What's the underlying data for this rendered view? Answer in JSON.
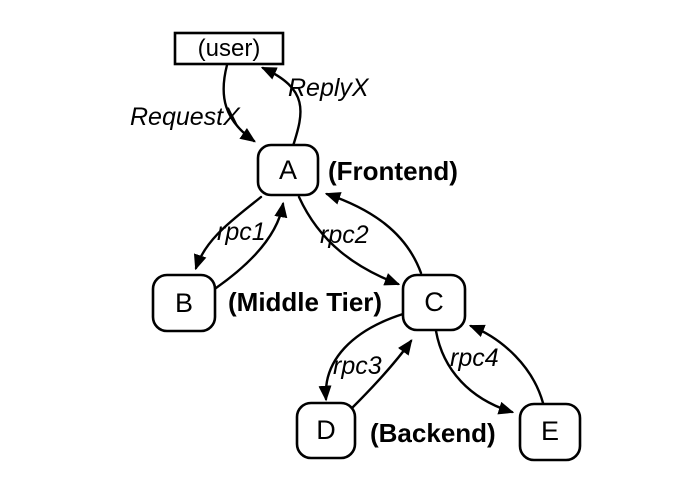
{
  "diagram": {
    "title": "rpc-call-tree",
    "colors": {
      "ink": "#000000",
      "background": "#ffffff"
    },
    "nodes": {
      "user": "(user)",
      "a": "A",
      "b": "B",
      "c": "C",
      "d": "D",
      "e": "E"
    },
    "tiers": {
      "frontend": "(Frontend)",
      "middle": "(Middle Tier)",
      "backend": "(Backend)"
    },
    "labels": {
      "request": "RequestX",
      "reply": "ReplyX",
      "rpc1": "rpc1",
      "rpc2": "rpc2",
      "rpc3": "rpc3",
      "rpc4": "rpc4"
    },
    "edges": [
      {
        "from": "user",
        "to": "A",
        "label": "RequestX",
        "kind": "call"
      },
      {
        "from": "A",
        "to": "user",
        "label": "ReplyX",
        "kind": "return"
      },
      {
        "from": "A",
        "to": "B",
        "label": "rpc1",
        "kind": "call"
      },
      {
        "from": "B",
        "to": "A",
        "label": "rpc1",
        "kind": "return"
      },
      {
        "from": "A",
        "to": "C",
        "label": "rpc2",
        "kind": "call"
      },
      {
        "from": "C",
        "to": "A",
        "label": "rpc2",
        "kind": "return"
      },
      {
        "from": "C",
        "to": "D",
        "label": "rpc3",
        "kind": "call"
      },
      {
        "from": "D",
        "to": "C",
        "label": "rpc3",
        "kind": "return"
      },
      {
        "from": "C",
        "to": "E",
        "label": "rpc4",
        "kind": "call"
      },
      {
        "from": "E",
        "to": "C",
        "label": "rpc4",
        "kind": "return"
      }
    ]
  }
}
